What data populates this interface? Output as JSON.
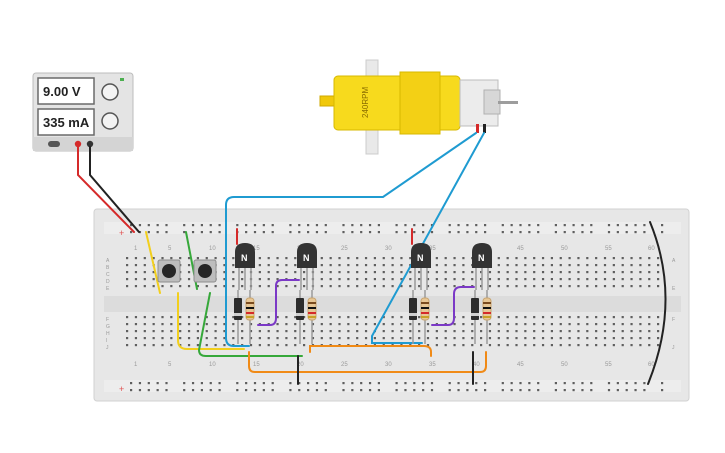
{
  "power_supply": {
    "voltage": "9.00 V",
    "current": "335 mA"
  },
  "motor": {
    "label": "240RPM"
  },
  "breadboard": {
    "column_labels": [
      "1",
      "5",
      "10",
      "15",
      "20",
      "25",
      "30",
      "35",
      "40",
      "45",
      "50",
      "55",
      "60"
    ],
    "row_labels_top": [
      "A",
      "B",
      "C",
      "D",
      "E"
    ],
    "row_labels_bottom": [
      "F",
      "G",
      "H",
      "I",
      "J"
    ],
    "power_rail_plus": "+"
  },
  "transistors": [
    {
      "label": "N"
    },
    {
      "label": "N"
    },
    {
      "label": "N"
    },
    {
      "label": "N"
    }
  ],
  "wire_colors": {
    "red": "#d52a2a",
    "black": "#222222",
    "blue": "#1f9bd1",
    "yellow": "#f2cf1d",
    "green": "#36a83a",
    "purple": "#7b39c6",
    "orange": "#f08a16"
  }
}
